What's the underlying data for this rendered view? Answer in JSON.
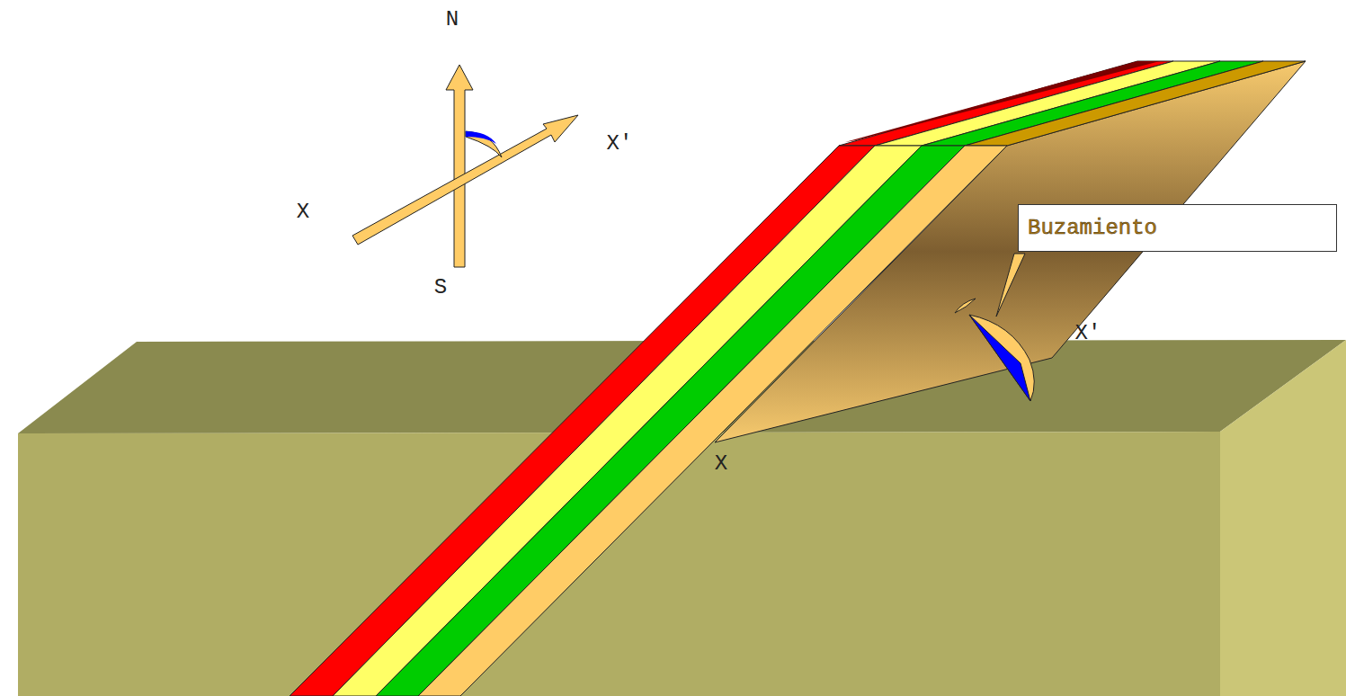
{
  "diagram": {
    "nodes": [
      {
        "text": [
          "Buzamiento"
        ]
      }
    ],
    "labels": [
      "N",
      "X'",
      "X",
      "S",
      "X'",
      "X"
    ]
  }
}
